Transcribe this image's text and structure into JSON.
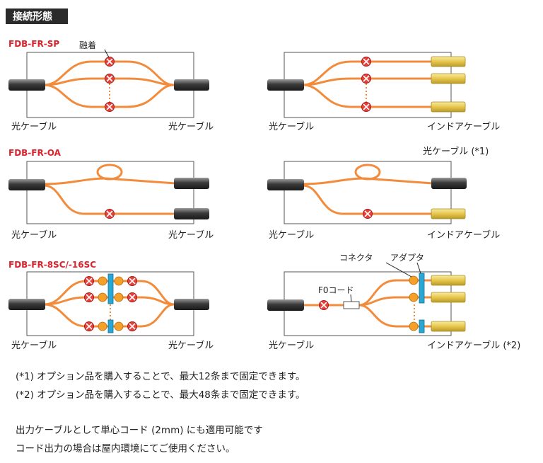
{
  "header": {
    "title": "接続形態"
  },
  "sections": [
    {
      "name": "FDB-FR-SP",
      "fusion_label": "融着"
    },
    {
      "name": "FDB-FR-OA"
    },
    {
      "name": "FDB-FR-8SC/-16SC",
      "connector_label": "コネクタ",
      "adapter_label": "アダプタ",
      "fo_cord_label": "F0コード"
    }
  ],
  "labels": {
    "optical_cable": "光ケーブル",
    "indoor_cable": "インドアケーブル",
    "optical_cable_note1": "光ケーブル (*1)",
    "indoor_cable_note2": "インドアケーブル (*2)"
  },
  "notes": [
    "(*1) オプション品を購入することで、最大12条まで固定できます。",
    "(*2) オプション品を購入することで、最大48条まで固定できます。",
    "出力ケーブルとして単心コード (2mm) にも適用可能です",
    "コード出力の場合は屋内環境にてご使用ください。"
  ],
  "colors": {
    "fiber": "#f28c3c",
    "section_title": "#d9232e",
    "fusion_fill": "#e8403a",
    "connector_fill": "#f4a02a",
    "adapter_fill": "#29a8d8",
    "indoor_connector_fill": "#ecd060",
    "header_bg": "#2b2b2b"
  }
}
